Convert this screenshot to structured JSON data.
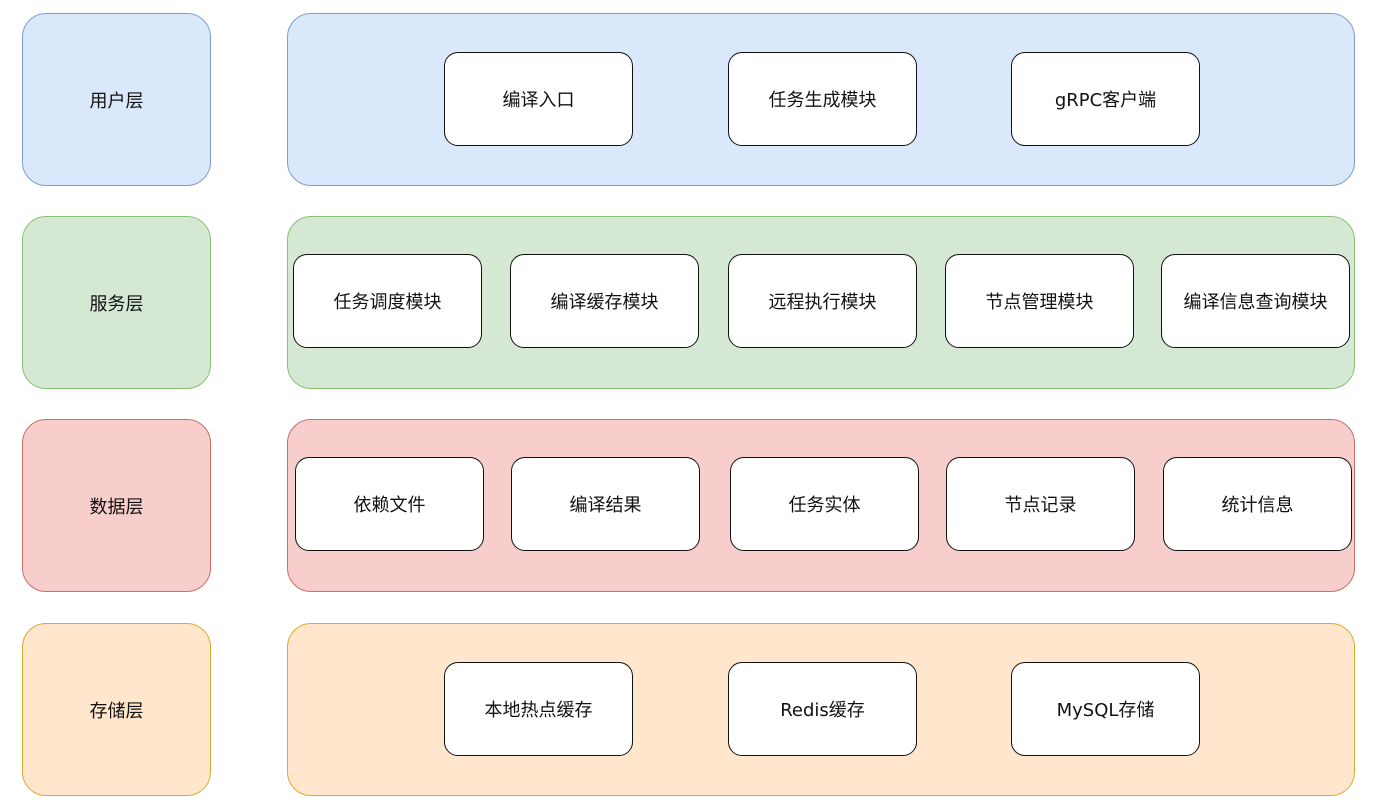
{
  "layers": {
    "user": {
      "label": "用户层",
      "modules": [
        "编译入口",
        "任务生成模块",
        "gRPC客户端"
      ]
    },
    "service": {
      "label": "服务层",
      "modules": [
        "任务调度模块",
        "编译缓存模块",
        "远程执行模块",
        "节点管理模块",
        "编译信息查询模块"
      ]
    },
    "data": {
      "label": "数据层",
      "modules": [
        "依赖文件",
        "编译结果",
        "任务实体",
        "节点记录",
        "统计信息"
      ]
    },
    "storage": {
      "label": "存储层",
      "modules": [
        "本地热点缓存",
        "Redis缓存",
        "MySQL存储"
      ]
    }
  }
}
